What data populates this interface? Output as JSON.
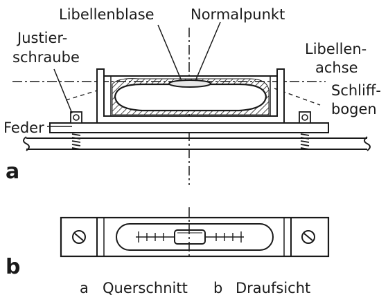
{
  "labels": {
    "libellenblase": "Libellenblase",
    "normalpunkt": "Normalpunkt",
    "justier_line1": "Justier-",
    "justier_line2": "schraube",
    "libellen_line1": "Libellen-",
    "libellen_line2": "achse",
    "schliff_line1": "Schliff-",
    "schliff_line2": "bogen",
    "feder": "Feder"
  },
  "figure_letters": {
    "a": "a",
    "b": "b"
  },
  "caption": {
    "a_letter": "a",
    "a_text": "Querschnitt",
    "b_letter": "b",
    "b_text": "Draufsicht"
  }
}
